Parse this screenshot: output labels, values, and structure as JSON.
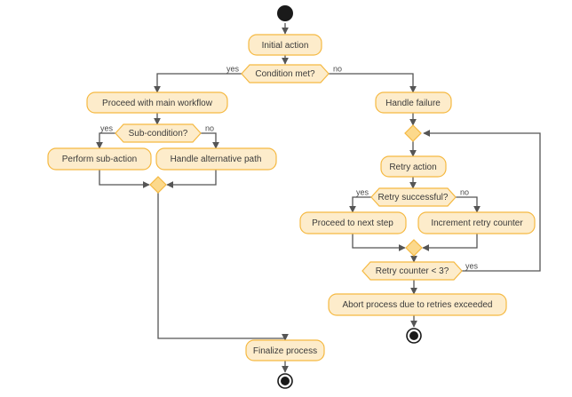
{
  "diagram": {
    "type": "uml-activity-diagram",
    "background_color": "#ffffff",
    "node_fill_color": "#fdeccb",
    "node_border_color": "#f5b942",
    "merge_fill_color": "#fcd98c",
    "edge_color": "#555555",
    "label_color": "#3a3a3a",
    "nodes": {
      "start": {
        "kind": "initial-node"
      },
      "initial_action": {
        "label": "Initial action"
      },
      "condition_met": {
        "label": "Condition met?"
      },
      "proceed_main": {
        "label": "Proceed with main workflow"
      },
      "sub_condition": {
        "label": "Sub-condition?"
      },
      "perform_sub_action": {
        "label": "Perform sub-action"
      },
      "handle_alternative": {
        "label": "Handle alternative path"
      },
      "merge_left": {
        "kind": "merge-node"
      },
      "finalize_process": {
        "label": "Finalize process"
      },
      "final_left": {
        "kind": "final-node"
      },
      "handle_failure": {
        "label": "Handle failure"
      },
      "merge_retry": {
        "kind": "merge-node"
      },
      "retry_action": {
        "label": "Retry action"
      },
      "retry_successful": {
        "label": "Retry successful?"
      },
      "proceed_next_step": {
        "label": "Proceed to next step"
      },
      "increment_retry": {
        "label": "Increment retry counter"
      },
      "merge_retry_bottom": {
        "kind": "merge-node"
      },
      "retry_counter_lt3": {
        "label": "Retry counter < 3?"
      },
      "abort_process": {
        "label": "Abort process due to retries exceeded"
      },
      "final_right": {
        "kind": "final-node"
      }
    },
    "guards": {
      "condition_yes": "yes",
      "condition_no": "no",
      "sub_condition_yes": "yes",
      "sub_condition_no": "no",
      "retry_yes": "yes",
      "retry_no": "no",
      "counter_yes": "yes"
    }
  }
}
